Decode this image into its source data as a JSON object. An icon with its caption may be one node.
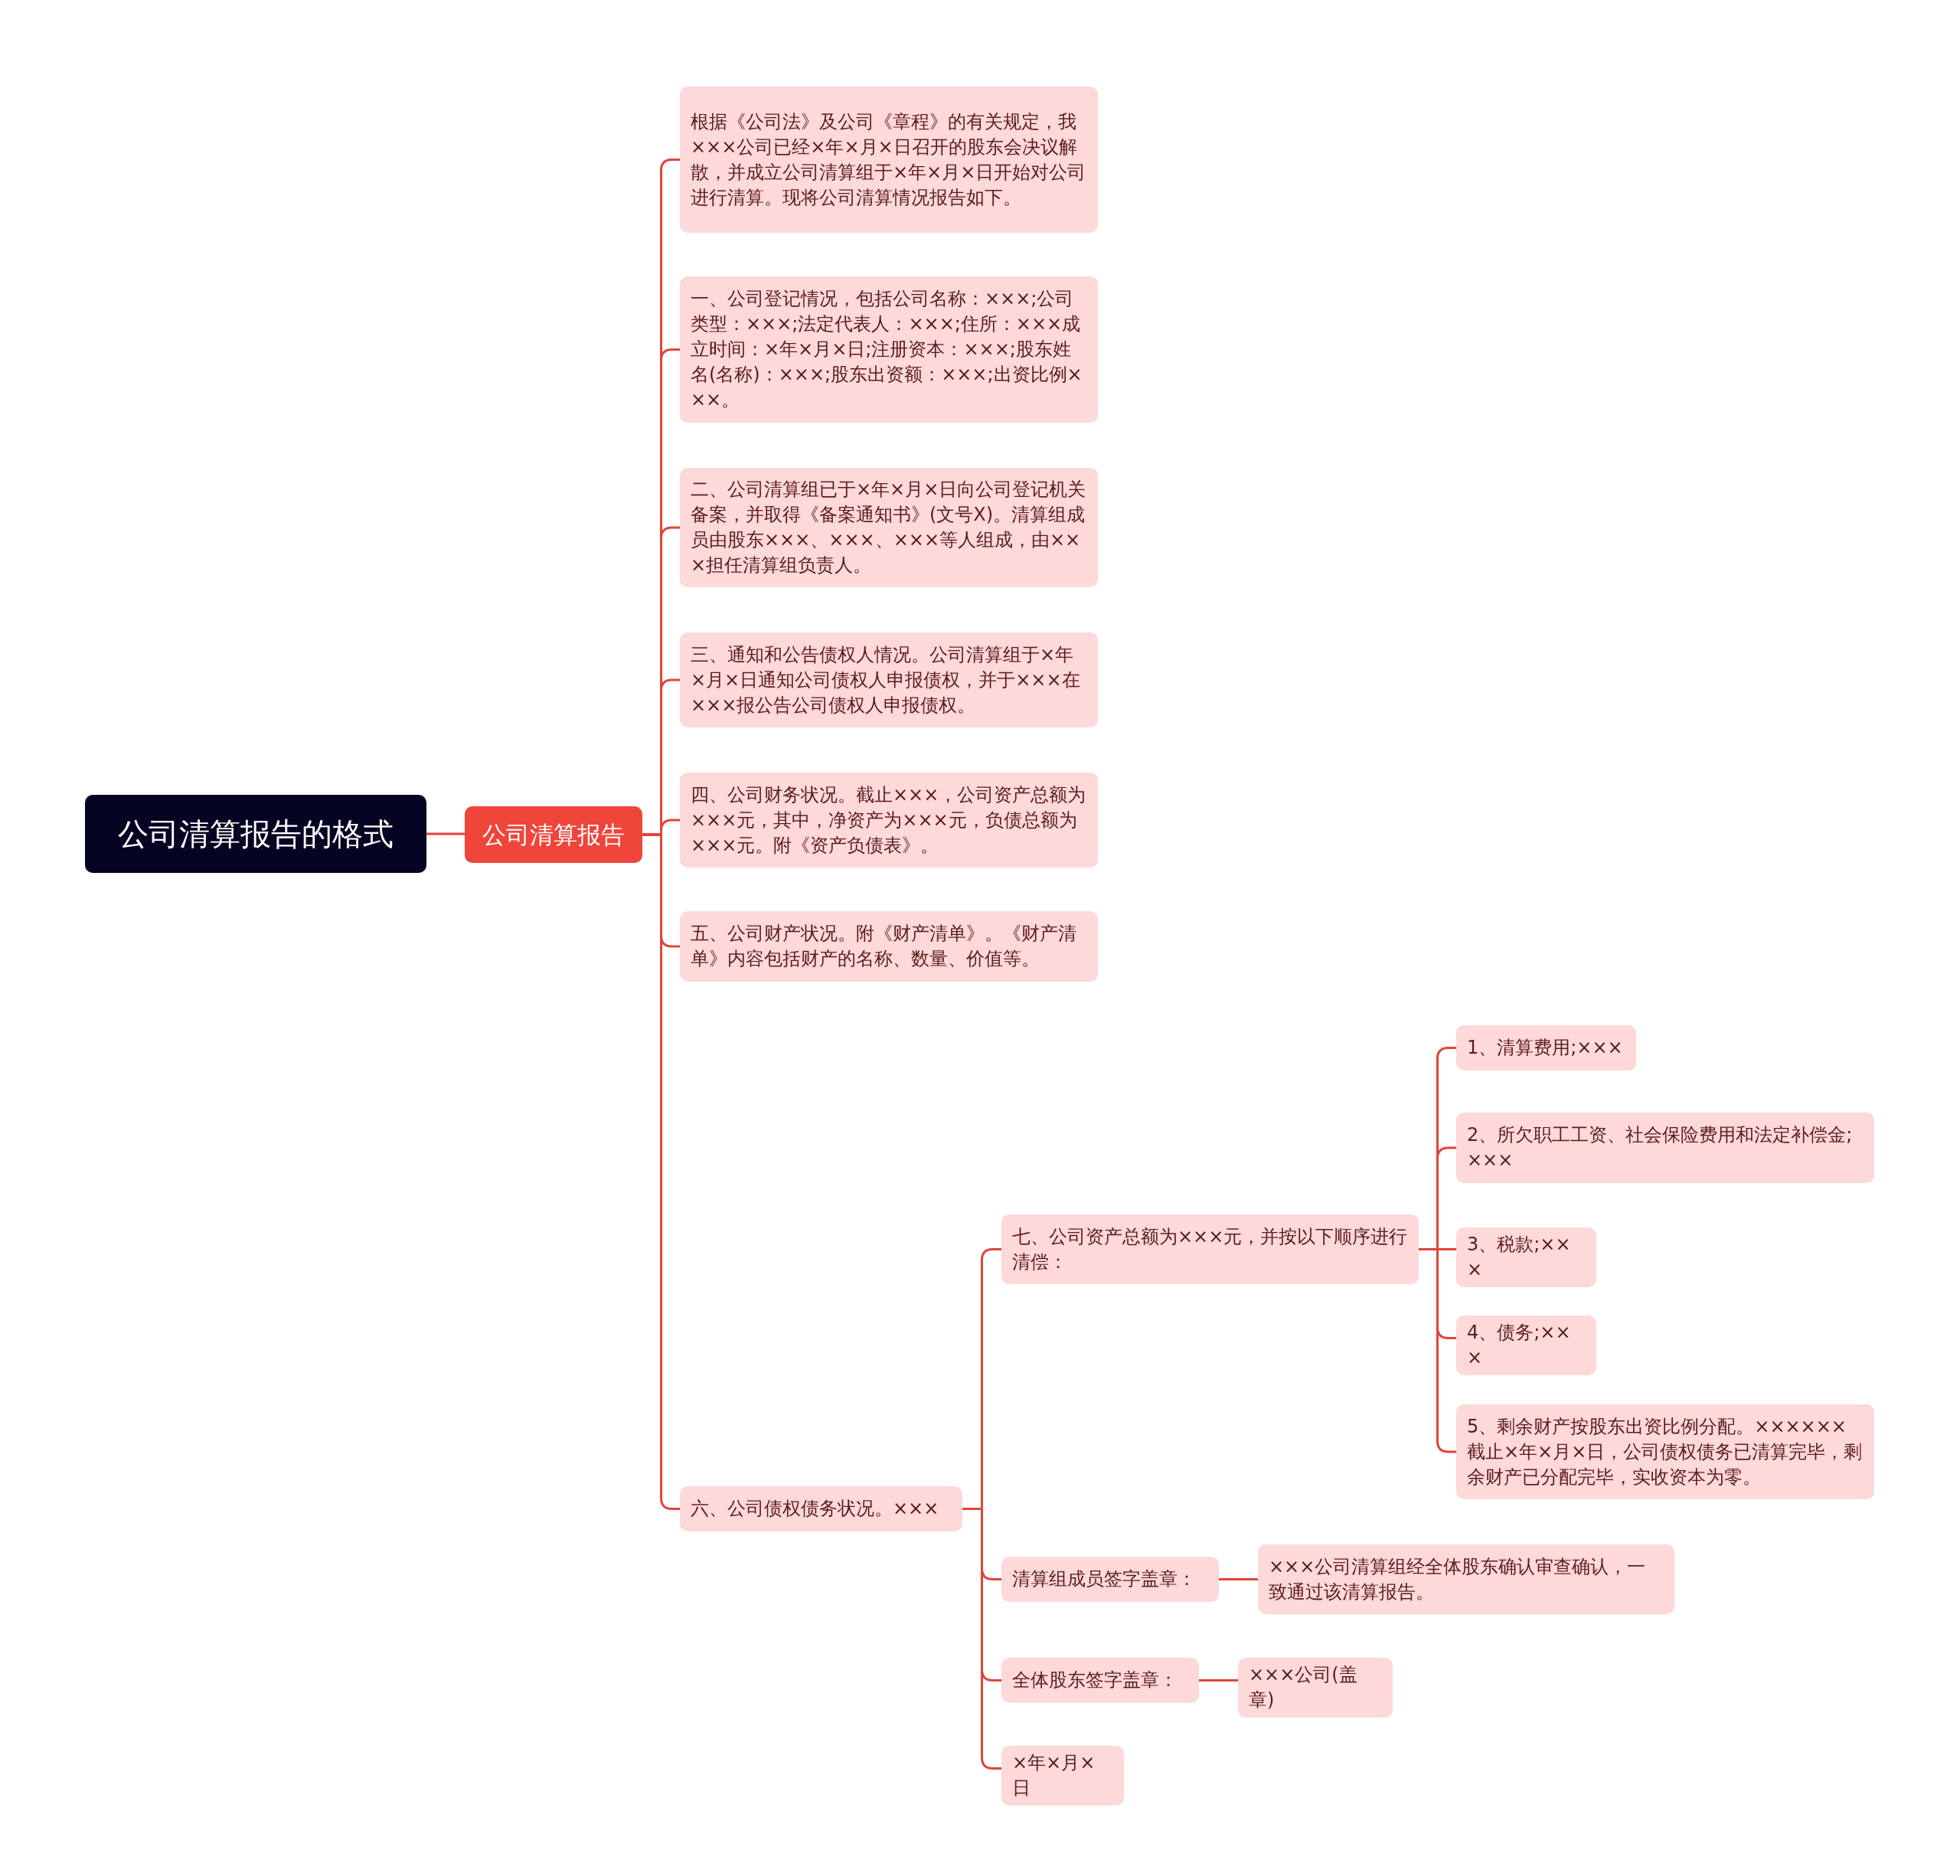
{
  "diagram": {
    "nodes": [
      {
        "text": [
          "公司清算报告的格式"
        ]
      },
      {
        "text": [
          "公司清算报告"
        ]
      },
      {
        "text": [
          "根据《公司法》及公司《章程》的有关规定，我×××公司已经×年×月×日召开的股东会决议解散，并成立公司清算组于×年×月×日开始对公司进行清算。现将公司清算情况报告如下。"
        ]
      },
      {
        "text": [
          "一、公司登记情况，包括公司名称：×××;公司类型：×××;法定代表人：×××;住所：×××成立时间：×年×月×日;注册资本：×××;股东姓名(名称)：×××;股东出资额：×××;出资比例×××。"
        ]
      },
      {
        "text": [
          "二、公司清算组已于×年×月×日向公司登记机关备案，并取得《备案通知书》(文号X)。清算组成员由股东×××、×××、×××等人组成，由×××担任清算组负责人。"
        ]
      },
      {
        "text": [
          "三、通知和公告债权人情况。公司清算组于×年×月×日通知公司债权人申报债权，并于×××在×××报公告公司债权人申报债权。"
        ]
      },
      {
        "text": [
          "四、公司财务状况。截止×××，公司资产总额为×××元，其中，净资产为×××元，负债总额为×××元。附《资产负债表》。"
        ]
      },
      {
        "text": [
          "五、公司财产状况。附《财产清单》。《财产清单》内容包括财产的名称、数量、价值等。"
        ]
      },
      {
        "text": [
          "六、公司债权债务状况。×××"
        ]
      },
      {
        "text": [
          "七、公司资产总额为×××元，并按以下顺序进行清偿："
        ]
      },
      {
        "text": [
          "1、清算费用;×××"
        ]
      },
      {
        "text": [
          "2、所欠职工工资、社会保险费用和法定补偿金;×××"
        ]
      },
      {
        "text": [
          "3、税款;×××"
        ]
      },
      {
        "text": [
          "4、债务;×××"
        ]
      },
      {
        "text": [
          "5、剩余财产按股东出资比例分配。××××××截止×年×月×日，公司债权债务已清算完毕，剩余财产已分配完毕，实收资本为零。"
        ]
      },
      {
        "text": [
          "清算组成员签字盖章："
        ]
      },
      {
        "text": [
          "×××公司清算组经全体股东确认审查确认，一致通过该清算报告。"
        ]
      },
      {
        "text": [
          "全体股东签字盖章："
        ]
      },
      {
        "text": [
          "×××公司(盖章)"
        ]
      },
      {
        "text": [
          "×年×月×日"
        ]
      }
    ],
    "edges": [
      {
        "from": 0,
        "to": 1,
        "arrow": "none"
      },
      {
        "from": 1,
        "to": 2,
        "arrow": "none"
      },
      {
        "from": 1,
        "to": 3,
        "arrow": "none"
      },
      {
        "from": 1,
        "to": 4,
        "arrow": "none"
      },
      {
        "from": 1,
        "to": 5,
        "arrow": "none"
      },
      {
        "from": 1,
        "to": 6,
        "arrow": "none"
      },
      {
        "from": 1,
        "to": 7,
        "arrow": "none"
      },
      {
        "from": 1,
        "to": 8,
        "arrow": "none"
      },
      {
        "from": 8,
        "to": 9,
        "arrow": "none"
      },
      {
        "from": 9,
        "to": 10,
        "arrow": "none"
      },
      {
        "from": 9,
        "to": 11,
        "arrow": "none"
      },
      {
        "from": 9,
        "to": 12,
        "arrow": "none"
      },
      {
        "from": 9,
        "to": 13,
        "arrow": "none"
      },
      {
        "from": 9,
        "to": 14,
        "arrow": "none"
      },
      {
        "from": 8,
        "to": 15,
        "arrow": "none"
      },
      {
        "from": 15,
        "to": 16,
        "arrow": "none"
      },
      {
        "from": 8,
        "to": 17,
        "arrow": "none"
      },
      {
        "from": 17,
        "to": 18,
        "arrow": "none"
      },
      {
        "from": 8,
        "to": 19,
        "arrow": "none"
      }
    ]
  }
}
